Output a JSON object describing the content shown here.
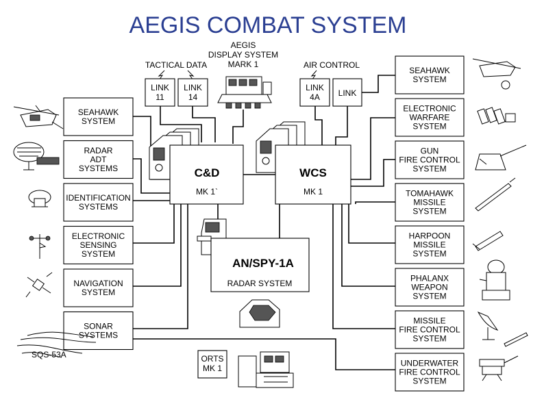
{
  "title": "AEGIS COMBAT SYSTEM",
  "top": {
    "tactical_data": "TACTICAL DATA",
    "display_system": [
      "AEGIS",
      "DISPLAY SYSTEM",
      "MARK 1"
    ],
    "air_control": "AIR CONTROL",
    "link11": [
      "LINK",
      "11"
    ],
    "link14": [
      "LINK",
      "14"
    ],
    "link4a": [
      "LINK",
      "4A"
    ],
    "link": [
      "LINK"
    ]
  },
  "core": {
    "cd": {
      "name": "C&D",
      "mk": "MK 1`"
    },
    "wcs": {
      "name": "WCS",
      "mk": "MK 1"
    },
    "spy": {
      "name": "AN/SPY-1A",
      "sub": "RADAR SYSTEM"
    },
    "orts": [
      "ORTS",
      "MK 1"
    ]
  },
  "left_systems": [
    [
      "SEAHAWK",
      "SYSTEM"
    ],
    [
      "RADAR",
      "ADT",
      "SYSTEMS"
    ],
    [
      "IDENTIFICATION",
      "SYSTEMS"
    ],
    [
      "ELECTRONIC",
      "SENSING",
      "SYSTEM"
    ],
    [
      "NAVIGATION",
      "SYSTEM"
    ],
    [
      "SONAR",
      "SYSTEMS"
    ]
  ],
  "sonar_label": "SQS-53A",
  "right_systems": [
    [
      "SEAHAWK",
      "SYSTEM"
    ],
    [
      "ELECTRONIC",
      "WARFARE",
      "SYSTEM"
    ],
    [
      "GUN",
      "FIRE CONTROL",
      "SYSTEM"
    ],
    [
      "TOMAHAWK",
      "MISSILE",
      "SYSTEM"
    ],
    [
      "HARPOON",
      "MISSILE",
      "SYSTEM"
    ],
    [
      "PHALANX",
      "WEAPON",
      "SYSTEM"
    ],
    [
      "MISSILE",
      "FIRE CONTROL",
      "SYSTEM"
    ],
    [
      "UNDERWATER",
      "FIRE CONTROL",
      "SYSTEM"
    ]
  ],
  "icons": {
    "left": [
      "helicopter-icon",
      "radar-antenna-icon",
      "radome-icon",
      "anemometer-icon",
      "satellite-icon",
      "sonar-dome-icon"
    ],
    "right": [
      "helicopter-icon",
      "ew-equipment-icon",
      "gun-mount-icon",
      "tomahawk-missile-icon",
      "harpoon-missile-icon",
      "phalanx-cws-icon",
      "radar-dish-icon",
      "torpedo-launcher-icon"
    ]
  }
}
